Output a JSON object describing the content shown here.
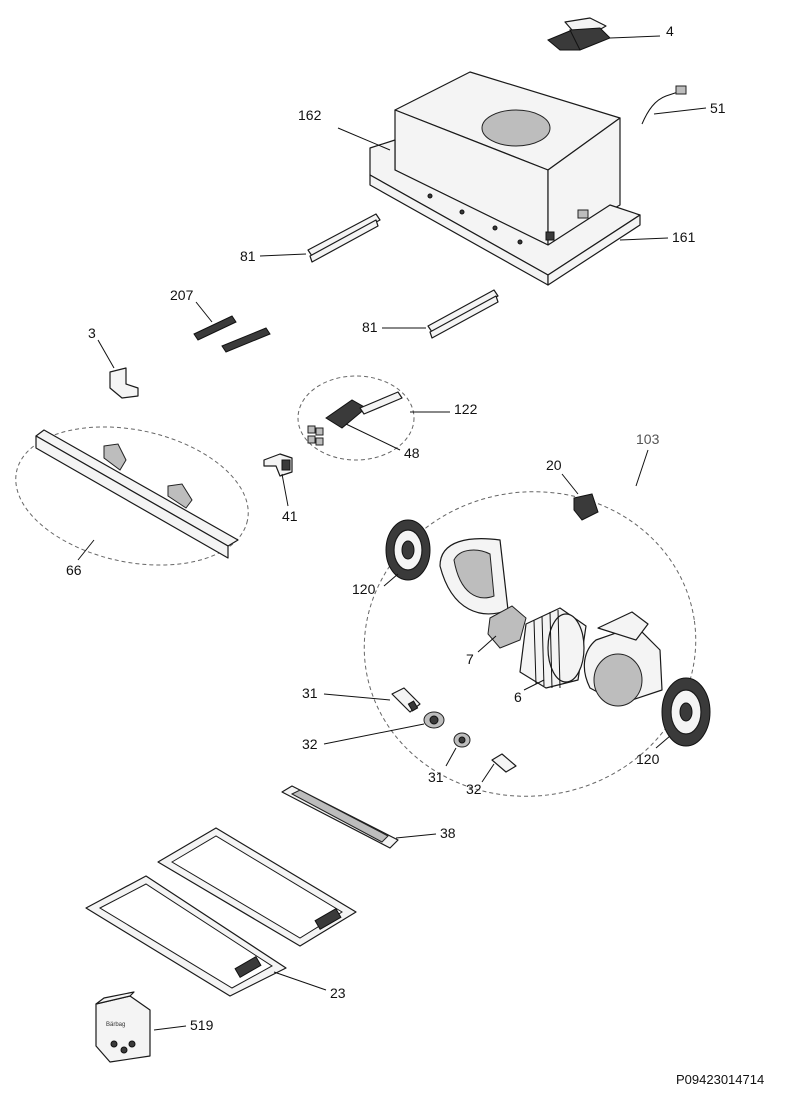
{
  "document_code": "P09423014714",
  "callouts": {
    "c4": "4",
    "c51": "51",
    "c162": "162",
    "c161": "161",
    "c81a": "81",
    "c81b": "81",
    "c207": "207",
    "c3": "3",
    "c122": "122",
    "c48": "48",
    "c41": "41",
    "c66": "66",
    "c103": "103",
    "c20": "20",
    "c120a": "120",
    "c120b": "120",
    "c7": "7",
    "c6": "6",
    "c31a": "31",
    "c31b": "31",
    "c32a": "32",
    "c32b": "32",
    "c38": "38",
    "c23": "23",
    "c519": "519"
  },
  "bag_label": "Bärbag"
}
